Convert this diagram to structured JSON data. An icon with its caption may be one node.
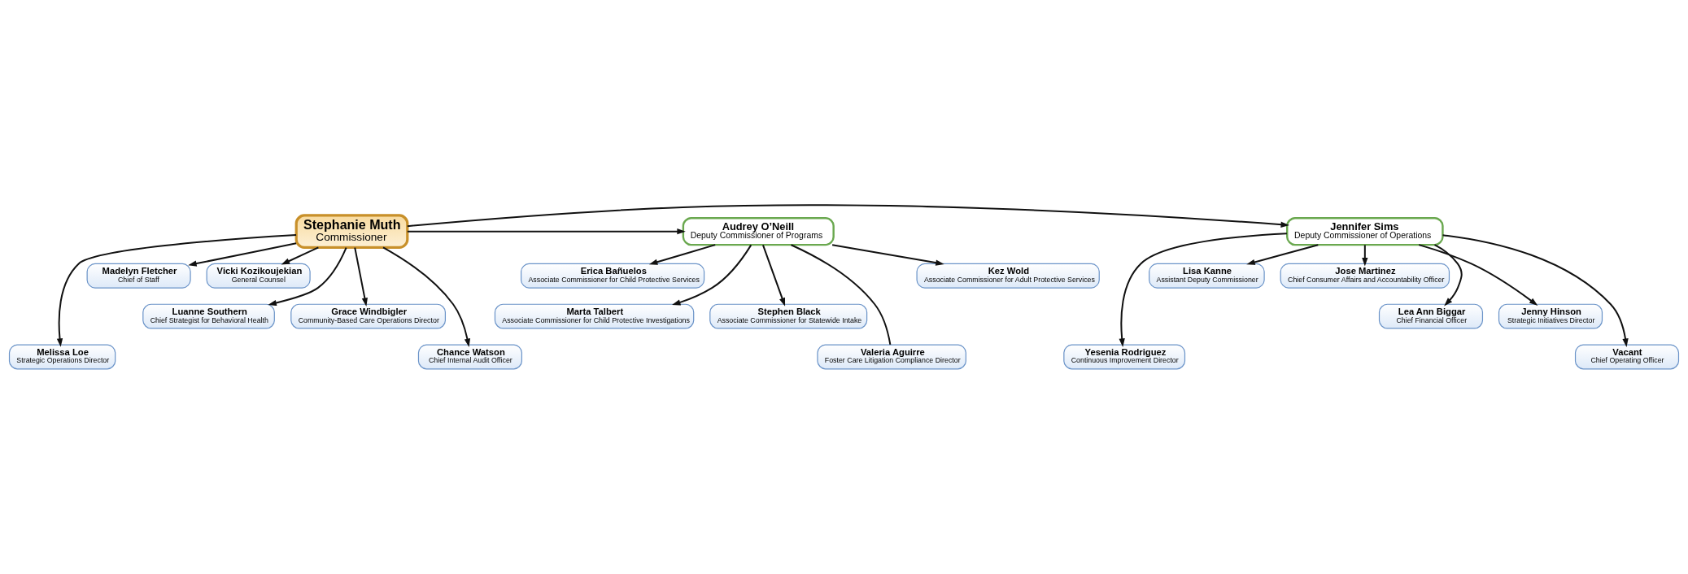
{
  "diagram": {
    "nodes": [
      {
        "text": [
          "Jennifer Sims",
          "Deputy Commissioner of Operations"
        ]
      },
      {
        "text": [
          "Stephanie Muth",
          "Commissioner"
        ]
      },
      {
        "text": [
          "Audrey O’Neill",
          "Deputy Commissioner of Programs"
        ]
      },
      {
        "text": [
          "Lisa Kanne",
          "Assistant Deputy Commissioner"
        ]
      },
      {
        "text": [
          "Jose Martinez",
          "Chief Consumer Affairs and Accountability Officer"
        ]
      },
      {
        "text": [
          "Madelyn Fletcher",
          "Chief of Staff"
        ]
      },
      {
        "text": [
          "Vicki Kozikoujekian",
          "General Counsel"
        ]
      },
      {
        "text": [
          "Kez Wold",
          "Associate Commissioner for Adult Protective Services"
        ]
      },
      {
        "text": [
          "Erica Bañuelos",
          "Associate Commissioner for Child Protective Services"
        ]
      },
      {
        "text": [
          "Lea Ann Biggar",
          "Chief Financial Officer"
        ]
      },
      {
        "text": [
          "Jenny Hinson",
          "Strategic Initiatives Director"
        ]
      },
      {
        "text": [
          "Luanne Southern",
          "Chief Strategist for Behavioral Health"
        ]
      },
      {
        "text": [
          "Grace Windbigler",
          "Community-Based Care Operations Director"
        ]
      },
      {
        "text": [
          "Marta Talbert",
          "Associate Commissioner for Child Protective Investigations"
        ]
      },
      {
        "text": [
          "Stephen Black",
          "Associate Commissioner for Statewide Intake"
        ]
      },
      {
        "text": [
          "Vacant",
          "Chief Operating Officer"
        ]
      },
      {
        "text": [
          "Yesenia Rodriguez",
          "Continuous Improvement Director"
        ]
      },
      {
        "text": [
          "Chance Watson",
          "Chief Internal Audit Officer"
        ]
      },
      {
        "text": [
          "Melissa Loe",
          "Strategic Operations Director"
        ]
      },
      {
        "text": [
          "Valeria Aguirre",
          "Foster Care Litigation Compliance Director"
        ]
      }
    ],
    "edges": [
      {
        "from": 1,
        "to": 0,
        "arrow": "to"
      },
      {
        "from": 1,
        "to": 2,
        "arrow": "to"
      },
      {
        "from": 0,
        "to": 3,
        "arrow": "to"
      },
      {
        "from": 0,
        "to": 4,
        "arrow": "to"
      },
      {
        "from": 0,
        "to": 9,
        "arrow": "to"
      },
      {
        "from": 0,
        "to": 10,
        "arrow": "to"
      },
      {
        "from": 0,
        "to": 15,
        "arrow": "to"
      },
      {
        "from": 0,
        "to": 16,
        "arrow": "to"
      },
      {
        "from": 1,
        "to": 5,
        "arrow": "to"
      },
      {
        "from": 1,
        "to": 6,
        "arrow": "to"
      },
      {
        "from": 1,
        "to": 11,
        "arrow": "to"
      },
      {
        "from": 1,
        "to": 12,
        "arrow": "to"
      },
      {
        "from": 1,
        "to": 17,
        "arrow": "to"
      },
      {
        "from": 1,
        "to": 18,
        "arrow": "to"
      },
      {
        "from": 2,
        "to": 7,
        "arrow": "to"
      },
      {
        "from": 2,
        "to": 8,
        "arrow": "to"
      },
      {
        "from": 2,
        "to": 13,
        "arrow": "to"
      },
      {
        "from": 2,
        "to": 14,
        "arrow": "to"
      },
      {
        "from": 2,
        "to": 19,
        "arrow": "none"
      }
    ]
  }
}
